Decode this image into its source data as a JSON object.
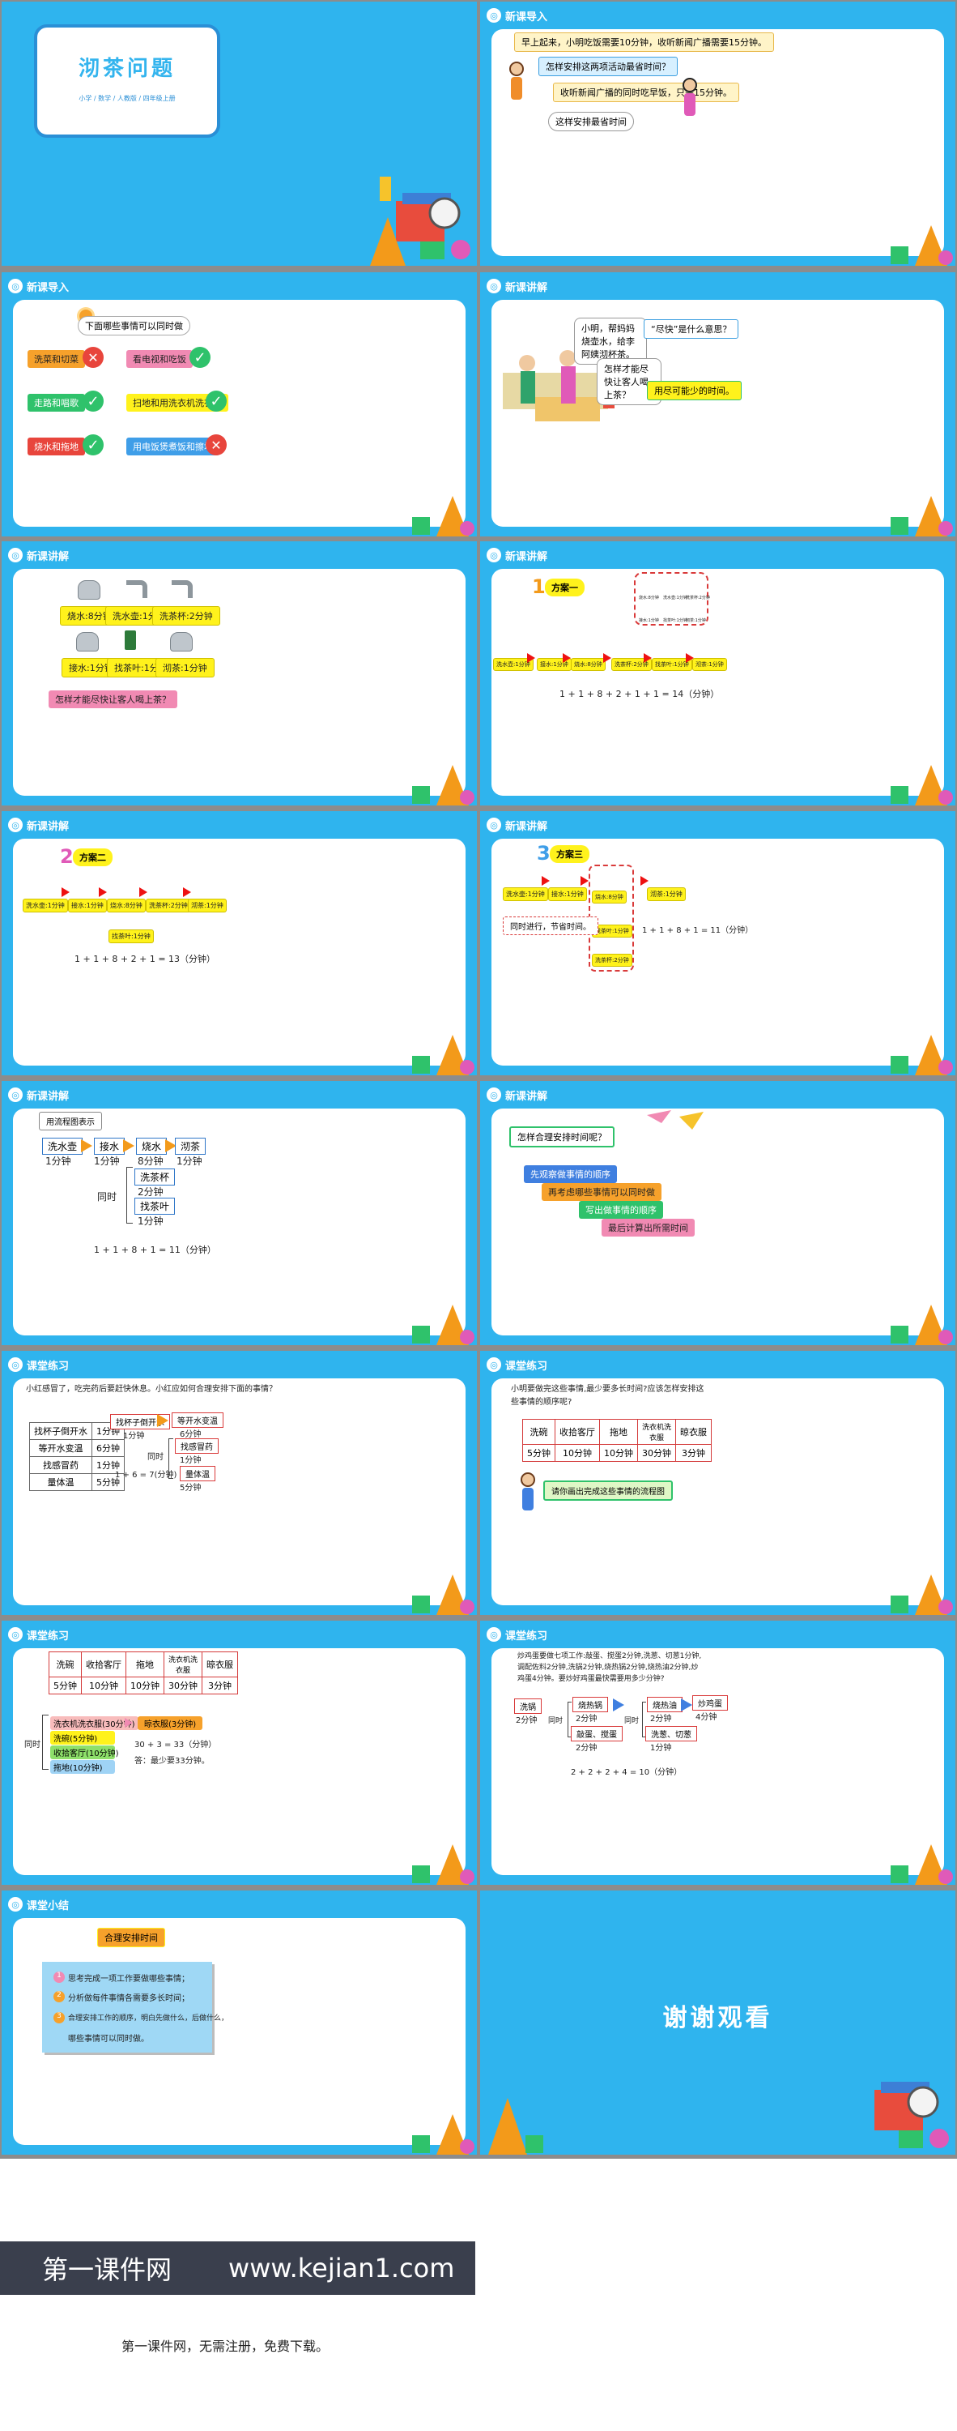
{
  "title_slide": {
    "title": "沏茶问题",
    "subtitle": "小学 / 数学 / 人教版 / 四年级上册"
  },
  "badges": {
    "intro": "新课导入",
    "lesson": "新课讲解",
    "practice": "课堂练习",
    "summary": "课堂小结"
  },
  "s2": {
    "q1": "早上起来，小明吃饭需要10分钟，收听新闻广播需要15分钟。",
    "q2": "怎样安排这两项活动最省时间？",
    "a1": "收听新闻广播的同时吃早饭，只需15分钟。",
    "a2": "这样安排最省时间"
  },
  "s3": {
    "title": "下面哪些事情可以同时做",
    "items": [
      {
        "label": "洗菜和切菜",
        "ok": false
      },
      {
        "label": "看电视和吃饭",
        "ok": true
      },
      {
        "label": "走路和唱歌",
        "ok": true
      },
      {
        "label": "扫地和用洗衣机洗衣服",
        "ok": true
      },
      {
        "label": "烧水和拖地",
        "ok": true
      },
      {
        "label": "用电饭煲煮饭和擦地",
        "ok": false
      }
    ]
  },
  "s4": {
    "b1": "小明，帮妈妈烧壶水，给李阿姨沏杯茶。",
    "b2": "怎样才能尽快让客人喝上茶？",
    "b3": "“尽快”是什么意思？",
    "b4": "用尽可能少的时间。"
  },
  "s5": {
    "items": [
      "烧水:8分钟",
      "洗水壶:1分钟",
      "洗茶杯:2分钟",
      "接水:1分钟",
      "找茶叶:1分钟",
      "沏茶:1分钟"
    ],
    "q": "怎样才能尽快让客人喝上茶？"
  },
  "s6": {
    "num": "1",
    "title": "方案一",
    "steps": [
      "洗水壶:1分钟",
      "接水:1分钟",
      "烧水:8分钟",
      "洗茶杯:2分钟",
      "找茶叶:1分钟",
      "沏茶:1分钟"
    ],
    "grid": [
      "烧水:8分钟",
      "洗水壶:1分钟",
      "洗茶杯:2分钟",
      "接水:1分钟",
      "找茶叶:1分钟",
      "沏茶:1分钟"
    ],
    "eq": "1 + 1 + 8 + 2 + 1 + 1 = 14（分钟）"
  },
  "s7": {
    "num": "2",
    "title": "方案二",
    "steps": [
      "洗水壶:1分钟",
      "接水:1分钟",
      "烧水:8分钟",
      "洗茶杯:2分钟",
      "沏茶:1分钟"
    ],
    "extra": "找茶叶:1分钟",
    "eq": "1 + 1 + 8 + 2 + 1 = 13（分钟）"
  },
  "s8": {
    "num": "3",
    "title": "方案三",
    "steps": [
      "洗水壶:1分钟",
      "接水:1分钟",
      "烧水:8分钟",
      "沏茶:1分钟"
    ],
    "parallel": [
      "找茶叶:1分钟",
      "洗茶杯:2分钟"
    ],
    "note": "同时进行，节省时间。",
    "eq": "1 + 1 + 8 + 1 = 11（分钟）"
  },
  "s9": {
    "header": "用流程图表示",
    "n1": "洗水壶",
    "t1": "1分钟",
    "n2": "接水",
    "t2": "1分钟",
    "n3": "烧水",
    "t3": "8分钟",
    "n4": "沏茶",
    "t4": "1分钟",
    "same": "同时",
    "p1": "洗茶杯",
    "pt1": "2分钟",
    "p2": "找茶叶",
    "pt2": "1分钟",
    "eq": "1 + 1 + 8 + 1 = 11（分钟）"
  },
  "s10": {
    "q": "怎样合理安排时间呢？",
    "steps": [
      "先观察做事情的顺序",
      "再考虑哪些事情可以同时做",
      "写出做事情的顺序",
      "最后计算出所需时间"
    ]
  },
  "s11": {
    "q": "小红感冒了，吃完药后要赶快休息。小红应如何合理安排下面的事情？",
    "rows": [
      [
        "找杯子倒开水",
        "1分钟"
      ],
      [
        "等开水变温",
        "6分钟"
      ],
      [
        "找感冒药",
        "1分钟"
      ],
      [
        "量体温",
        "5分钟"
      ]
    ],
    "f1": "找杯子倒开水",
    "ft1": "1分钟",
    "f2": "等开水变温",
    "ft2": "6分钟",
    "same": "同时",
    "f3": "找感冒药",
    "ft3": "1分钟",
    "f4": "量体温",
    "ft4": "5分钟",
    "eq": "1 + 6 = 7(分钟)"
  },
  "s12": {
    "q1": "小明要做完这些事情,最少要多长时间?应该怎样安排这",
    "q2": "些事情的顺序呢?",
    "head": [
      "洗碗",
      "收拾客厅",
      "拖地",
      "洗衣机洗衣服",
      "晾衣服"
    ],
    "vals": [
      "5分钟",
      "10分钟",
      "10分钟",
      "30分钟",
      "3分钟"
    ],
    "tip": "请你画出完成这些事情的流程图"
  },
  "s13": {
    "head": [
      "洗碗",
      "收拾客厅",
      "拖地",
      "洗衣机洗衣服",
      "晾衣服"
    ],
    "vals": [
      "5分钟",
      "10分钟",
      "10分钟",
      "30分钟",
      "3分钟"
    ],
    "same": "同时",
    "bars": [
      "洗衣机洗衣服(30分钟)",
      "洗碗(5分钟)",
      "收拾客厅(10分钟)",
      "拖地(10分钟)"
    ],
    "after": "晾衣服(3分钟)",
    "eq": "30 + 3 = 33（分钟）",
    "ans": "答：最少要33分钟。"
  },
  "s14": {
    "q1": "炒鸡蛋要做七项工作:敲蛋、搅蛋2分钟,洗葱、切葱1分钟,",
    "q2": "调配佐料2分钟,洗锅2分钟,烧热锅2分钟,烧热油2分钟,炒",
    "q3": "鸡蛋4分钟。要炒好鸡蛋最快需要用多少分钟?",
    "n1": "洗锅",
    "t1": "2分钟",
    "same1": "同时",
    "n2": "烧热锅",
    "t2": "2分钟",
    "n3": "敲蛋、搅蛋",
    "t3": "2分钟",
    "same2": "同时",
    "n4": "烧热油",
    "t4": "2分钟",
    "n5": "洗葱、切葱",
    "t5": "1分钟",
    "n6": "炒鸡蛋",
    "t6": "4分钟",
    "eq": "2 + 2 + 2 + 4 = 10（分钟）"
  },
  "s15": {
    "title": "合理安排时间",
    "points": [
      "思考完成一项工作要做哪些事情；",
      "分析做每件事情各需要多长时间；",
      "合理安排工作的顺序，明白先做什么，后做什么，",
      "哪些事情可以同时做。"
    ],
    "nums": [
      "1",
      "2",
      "3"
    ]
  },
  "s16": {
    "thanks": "谢谢观看"
  },
  "footer": {
    "brand": "第一课件网",
    "url": "www.kejian1.com",
    "note": "第一课件网，无需注册，免费下载。"
  },
  "colors": {
    "sky": "#2fb4ee",
    "orange": "#f6a12b",
    "pink": "#f18ab3",
    "green": "#2fc26b",
    "yellow": "#fff21c",
    "blue": "#3f9ee8"
  }
}
